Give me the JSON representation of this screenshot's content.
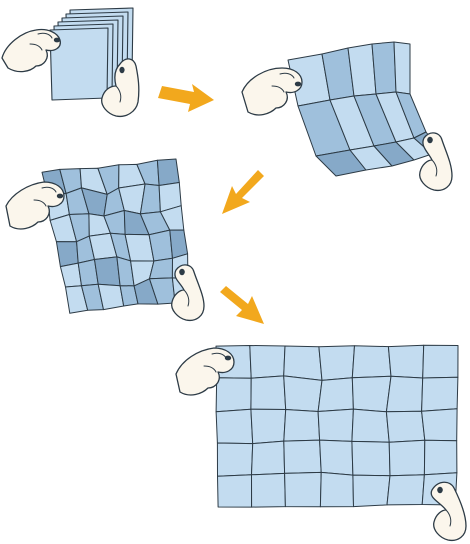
{
  "diagram": {
    "kind": "folding-steps",
    "steps": [
      {
        "name": "folded-stack"
      },
      {
        "name": "first-unfold"
      },
      {
        "name": "second-unfold"
      },
      {
        "name": "fully-open"
      }
    ],
    "arrow_count": 3
  },
  "colors": {
    "paper": "#c3dcf0",
    "paper_shade": "#9fc0dc",
    "paper_dark": "#86a9c8",
    "outline": "#2d3b46",
    "arrow": "#f2a81d",
    "skin": "#fbf6ec"
  }
}
